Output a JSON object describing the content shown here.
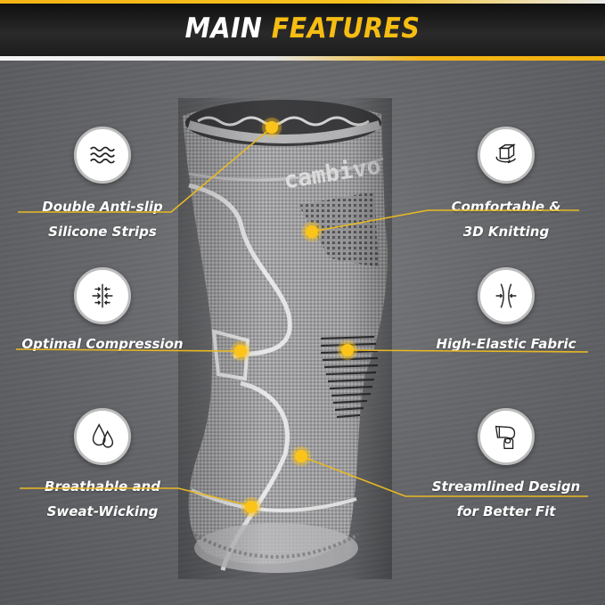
{
  "header": {
    "title_white": "MAIN",
    "title_yellow": "FEATURES",
    "accent_color": "#f6bd13"
  },
  "product": {
    "brand_text": "cambivo",
    "type": "knee compression sleeve",
    "color": "#9a9a9a"
  },
  "features": [
    {
      "icon": "waves-icon",
      "line1": "Double Anti-slip",
      "line2": "Silicone Strips"
    },
    {
      "icon": "rotating-cube-icon",
      "line1": "Comfortable &",
      "line2": "3D Knitting"
    },
    {
      "icon": "compression-arrows-icon",
      "line1": "Optimal Compression",
      "line2": ""
    },
    {
      "icon": "elastic-fabric-icon",
      "line1": "High-Elastic Fabric",
      "line2": ""
    },
    {
      "icon": "water-drops-icon",
      "line1": "Breathable and",
      "line2": "Sweat-Wicking"
    },
    {
      "icon": "knee-outline-icon",
      "line1": "Streamlined Design",
      "line2": "for Better Fit"
    }
  ],
  "colors": {
    "background": "#66676a",
    "callout_line": "#e8b923",
    "callout_dot": "#fcc419"
  }
}
